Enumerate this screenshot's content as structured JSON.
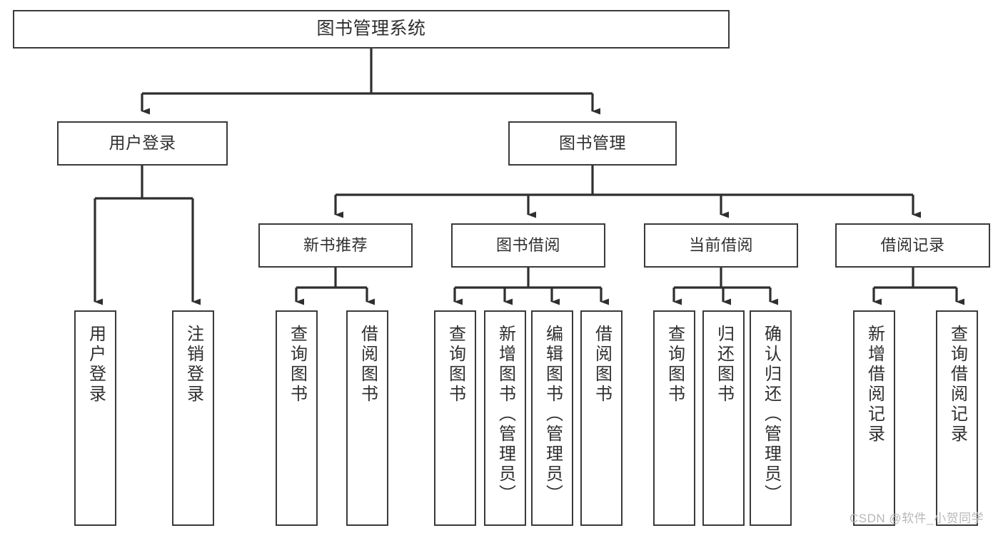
{
  "diagram": {
    "type": "tree-hierarchy-chart",
    "title": "图书管理系统",
    "stroke_color": "#3a3a3a",
    "text_color": "#2f2f2f",
    "background_color": "#ffffff",
    "watermark": "CSDN @软件_小贺同学",
    "watermark_color": "#b8b8b8",
    "nodes": {
      "root": {
        "label": "图书管理系统",
        "level": 0
      },
      "l1": [
        {
          "id": "user_login",
          "label": "用户登录",
          "level": 1
        },
        {
          "id": "book_manage",
          "label": "图书管理",
          "level": 1
        }
      ],
      "l2": [
        {
          "id": "new_book_rec",
          "label": "新书推荐",
          "level": 2,
          "parent": "book_manage"
        },
        {
          "id": "book_borrow",
          "label": "图书借阅",
          "level": 2,
          "parent": "book_manage"
        },
        {
          "id": "current_borrow",
          "label": "当前借阅",
          "level": 2,
          "parent": "book_manage"
        },
        {
          "id": "borrow_record",
          "label": "借阅记录",
          "level": 2,
          "parent": "book_manage"
        }
      ],
      "leaves": [
        {
          "id": "leaf_user_login",
          "label": "用户登录",
          "parent": "user_login"
        },
        {
          "id": "leaf_logout",
          "label": "注销登录",
          "parent": "user_login"
        },
        {
          "id": "leaf_query_book_1",
          "label": "查询图书",
          "parent": "new_book_rec"
        },
        {
          "id": "leaf_borrow_book_1",
          "label": "借阅图书",
          "parent": "new_book_rec"
        },
        {
          "id": "leaf_query_book_2",
          "label": "查询图书",
          "parent": "book_borrow"
        },
        {
          "id": "leaf_add_book",
          "label": "新增图书（管理员）",
          "parent": "book_borrow"
        },
        {
          "id": "leaf_edit_book",
          "label": "编辑图书（管理员）",
          "parent": "book_borrow"
        },
        {
          "id": "leaf_borrow_book_2",
          "label": "借阅图书",
          "parent": "book_borrow"
        },
        {
          "id": "leaf_query_book_3",
          "label": "查询图书",
          "parent": "current_borrow"
        },
        {
          "id": "leaf_return_book",
          "label": "归还图书",
          "parent": "current_borrow"
        },
        {
          "id": "leaf_confirm_return",
          "label": "确认归还（管理员）",
          "parent": "current_borrow"
        },
        {
          "id": "leaf_add_record",
          "label": "新增借阅记录",
          "parent": "borrow_record"
        },
        {
          "id": "leaf_query_record",
          "label": "查询借阅记录",
          "parent": "borrow_record"
        }
      ]
    }
  }
}
